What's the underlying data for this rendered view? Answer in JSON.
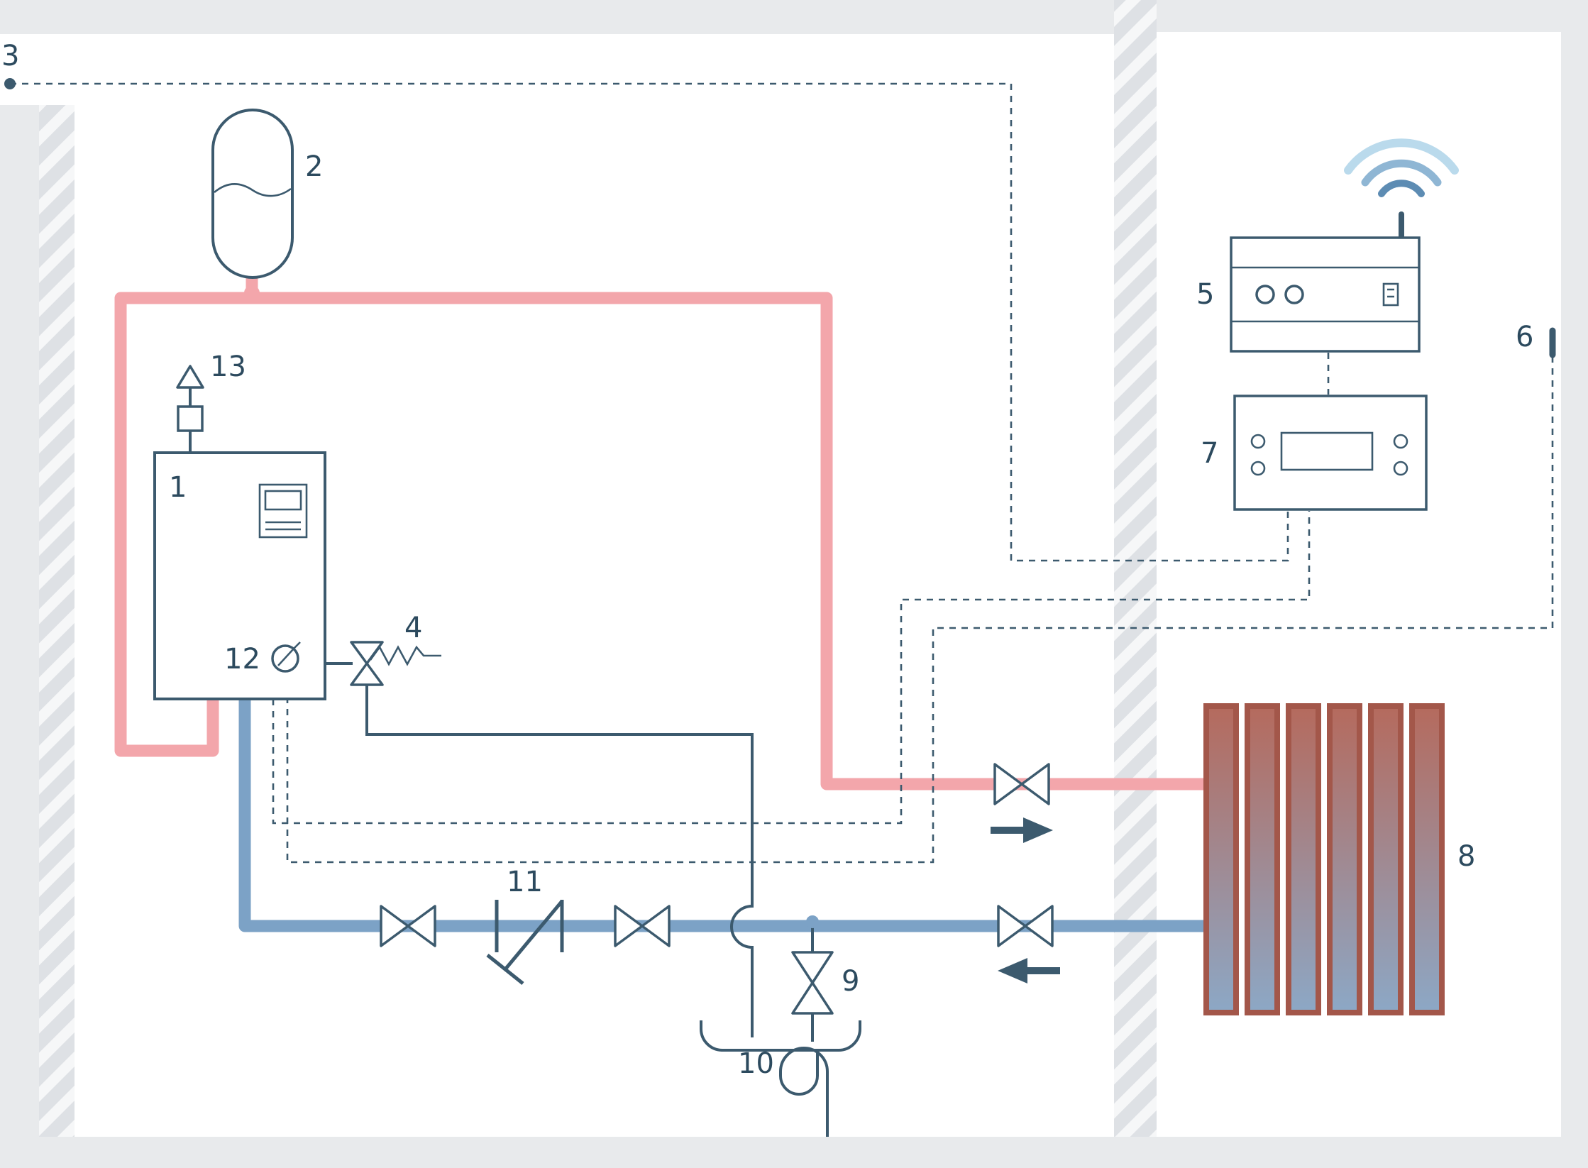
{
  "labels": {
    "boiler": "1",
    "expansion_vessel": "2",
    "outdoor_sensor": "3",
    "safety_valve": "4",
    "control_unit": "5",
    "remote_sensor": "6",
    "room_thermostat": "7",
    "radiator": "8",
    "drain_valve": "9",
    "funnel": "10",
    "check_valve": "11",
    "pressure_gauge": "12",
    "air_vent": "13"
  },
  "colors": {
    "background": "#e8eaec",
    "room": "#ffffff",
    "wall_fill": "#dee1e5",
    "wall_stripe": "#f6f7f8",
    "outline": "#3c5a6e",
    "label": "#2c4a5e",
    "supply": "#f3a6ab",
    "return": "#7ca2c6",
    "radiator_border": "#a3574a",
    "radiator_hot": "#b56a5d",
    "radiator_cold": "#8ca8c6",
    "wifi_outer": "#badaec",
    "wifi_mid": "#8fb6d4",
    "wifi_inner": "#5d8cb3"
  }
}
